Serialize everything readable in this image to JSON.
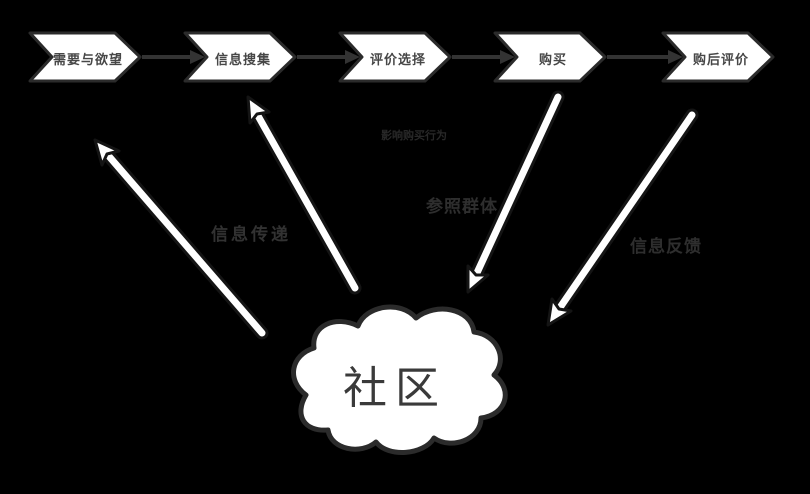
{
  "diagram": {
    "title_implicit": "",
    "background_color": "#000000",
    "flow": {
      "steps": [
        {
          "label": "需要与欲望"
        },
        {
          "label": "信息搜集"
        },
        {
          "label": "评价选择"
        },
        {
          "label": "购买"
        },
        {
          "label": "购后评价"
        }
      ]
    },
    "cloud": {
      "label": "社区"
    },
    "arrow_labels": [
      {
        "label": "信息传递",
        "arrow": "community-to-needs"
      },
      {
        "label": "影响购买行为",
        "arrow": "community-to-info-search"
      },
      {
        "label": "参照群体",
        "arrow": "purchase-to-community"
      },
      {
        "label": "信息反馈",
        "arrow": "post-purchase-to-community"
      }
    ],
    "colors": {
      "box_fill": "#ffffff",
      "box_border": "#2b2b2b",
      "box_text": "#474747",
      "connector": "#333333",
      "big_arrow_fill": "#ffffff",
      "big_arrow_outline": "#141414",
      "cloud_fill": "#ffffff",
      "cloud_border": "#2b2b2b",
      "cloud_text": "#3a3a3a",
      "dim_label_text": "#2e2e2e"
    }
  }
}
